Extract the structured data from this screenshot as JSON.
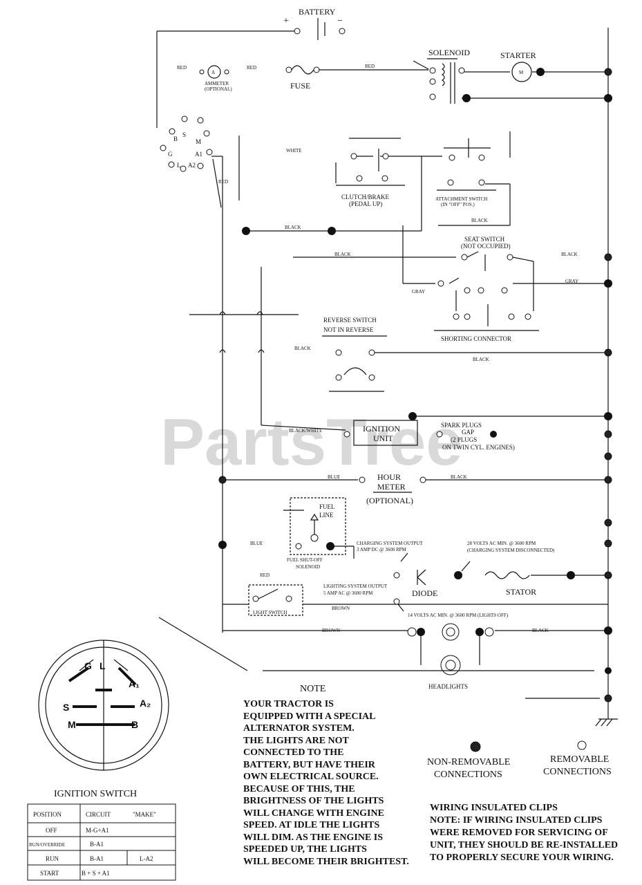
{
  "labels": {
    "battery": "BATTERY",
    "battery_plus": "+",
    "battery_minus": "−",
    "red1": "RED",
    "red2": "RED",
    "red3": "RED",
    "ammeter": "AMMETER",
    "ammeter_opt": "(OPTIONAL)",
    "fuse": "FUSE",
    "solenoid": "SOLENOID",
    "starter": "STARTER",
    "white": "WHITE",
    "clutch_brake": "CLUTCH/BRAKE",
    "pedal_up": "(PEDAL UP)",
    "attachment_switch": "ATTACHMENT SWITCH",
    "attachment_off": "(IN \"OFF\" POS.)",
    "black1": "BLACK",
    "black2": "BLACK",
    "black3": "BLACK",
    "black4": "BLACK",
    "black5": "BLACK",
    "black6": "BLACK",
    "black7": "BLACK",
    "black8": "BLACK",
    "seat_switch": "SEAT SWITCH",
    "not_occupied": "(NOT OCCUPIED)",
    "gray1": "GRAY",
    "gray2": "GRAY",
    "shorting_connector": "SHORTING CONNECTOR",
    "reverse_switch": "REVERSE SWITCH",
    "not_in_reverse": "NOT IN REVERSE",
    "black_white": "BLACK/WHITE",
    "ignition_unit": "IGNITION",
    "ignition_unit2": "UNIT",
    "spark_plugs": "SPARK PLUGS",
    "gap": "GAP",
    "two_plugs": "(2 PLUGS",
    "twin_cyl": "ON TWIN CYL. ENGINES)",
    "blue1": "BLUE",
    "blue2": "BLUE",
    "hour_meter": "HOUR",
    "hour_meter2": "METER",
    "optional": "(OPTIONAL)",
    "fuel_line": "FUEL",
    "fuel_line2": "LINE",
    "fuel_solenoid": "FUEL SHUT-OFF",
    "fuel_solenoid2": "SOLENOID",
    "charging_output": "CHARGING SYSTEM OUTPUT",
    "charging_amp": "3 AMP DC @ 3600 RPM",
    "volts28": "28 VOLTS AC MIN. @ 3600 RPM",
    "volts28b": "(CHARGING SYSTEM DISCONNECTED)",
    "diode": "DIODE",
    "stator": "STATOR",
    "lighting_output": "LIGHTING SYSTEM OUTPUT",
    "lighting_amp": "5 AMP AC @ 3600 RPM",
    "volts14": "14 VOLTS AC MIN. @ 3600 RPM (LIGHTS OFF)",
    "light_switch": "LIGHT SWITCH",
    "brown1": "BROWN",
    "brown2": "BROWN",
    "headlights": "HEADLIGHTS",
    "terminal_g": "G",
    "terminal_l": "L",
    "terminal_a1": "A₁",
    "terminal_a2": "A₂",
    "terminal_s": "S",
    "terminal_m": "M",
    "terminal_b": "B",
    "sw_b": "B",
    "sw_s": "S",
    "sw_m": "M",
    "sw_g": "G",
    "sw_a1": "A1",
    "sw_l": "L",
    "sw_a2": "A2",
    "ignition_switch": "IGNITION SWITCH",
    "non_removable": "NON-REMOVABLE",
    "non_removable2": "CONNECTIONS",
    "removable": "REMOVABLE",
    "removable2": "CONNECTIONS",
    "watermark": "PartsTree"
  },
  "note": {
    "title": "NOTE",
    "lines": [
      "YOUR TRACTOR IS",
      "EQUIPPED WITH A SPECIAL",
      "ALTERNATOR SYSTEM.",
      "THE LIGHTS ARE NOT",
      "CONNECTED TO THE",
      "BATTERY, BUT HAVE THEIR",
      "OWN ELECTRICAL SOURCE.",
      "BECAUSE OF THIS, THE",
      "BRIGHTNESS OF THE LIGHTS",
      "WILL CHANGE WITH ENGINE",
      "SPEED.  AT IDLE THE LIGHTS",
      "WILL DIM.  AS THE ENGINE IS",
      "SPEEDED UP, THE LIGHTS",
      "WILL BECOME THEIR BRIGHTEST."
    ]
  },
  "clips": {
    "lines": [
      "WIRING INSULATED CLIPS",
      "NOTE: IF WIRING INSULATED CLIPS",
      "WERE REMOVED FOR SERVICING OF",
      "UNIT, THEY SHOULD BE RE-INSTALLED",
      "TO PROPERLY SECURE YOUR WIRING."
    ]
  },
  "switch_table": {
    "headers": [
      "POSITION",
      "CIRCUIT",
      "\"MAKE\""
    ],
    "rows": [
      [
        "OFF",
        "M-G+A1",
        ""
      ],
      [
        "RUN/OVERRIDE",
        "B-A1",
        ""
      ],
      [
        "RUN",
        "B-A1",
        "L-A2"
      ],
      [
        "START",
        "B + S + A1",
        ""
      ]
    ]
  }
}
